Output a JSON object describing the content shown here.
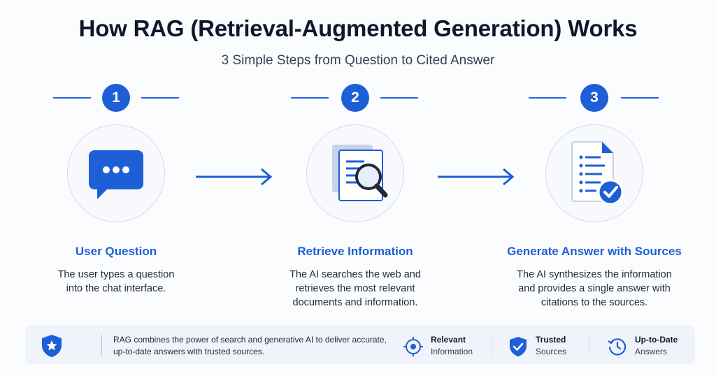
{
  "title": "How RAG (Retrieval-Augmented Generation) Works",
  "subtitle": "3 Simple Steps from Question to Cited Answer",
  "steps": [
    {
      "number": "1",
      "title": "User Question",
      "icon": "chat-bubble-icon",
      "description": [
        "The user types a question",
        "into the chat interface."
      ]
    },
    {
      "number": "2",
      "title": "Retrieve Information",
      "icon": "document-search-icon",
      "description": [
        "The AI searches the web and",
        "retrieves the most relevant",
        "documents and information."
      ]
    },
    {
      "number": "3",
      "title": "Generate Answer with Sources",
      "icon": "document-check-icon",
      "description": [
        "The AI synthesizes the information",
        "and provides a single answer with",
        "citations to the sources."
      ]
    }
  ],
  "footer": {
    "note": [
      "RAG combines the power of search and generative AI to deliver accurate,",
      "up-to-date answers with trusted sources."
    ],
    "features": [
      {
        "icon": "target-icon",
        "line1": "Relevant",
        "line2": "Information"
      },
      {
        "icon": "shield-check-icon",
        "line1": "Trusted",
        "line2": "Sources"
      },
      {
        "icon": "clock-history-icon",
        "line1": "Up-to-Date",
        "line2": "Answers"
      }
    ]
  },
  "colors": {
    "accent": "#1d5fd6",
    "heading": "#0f172a",
    "circle_border": "#d3dceb",
    "footer_bg": "#f0f3f9"
  }
}
